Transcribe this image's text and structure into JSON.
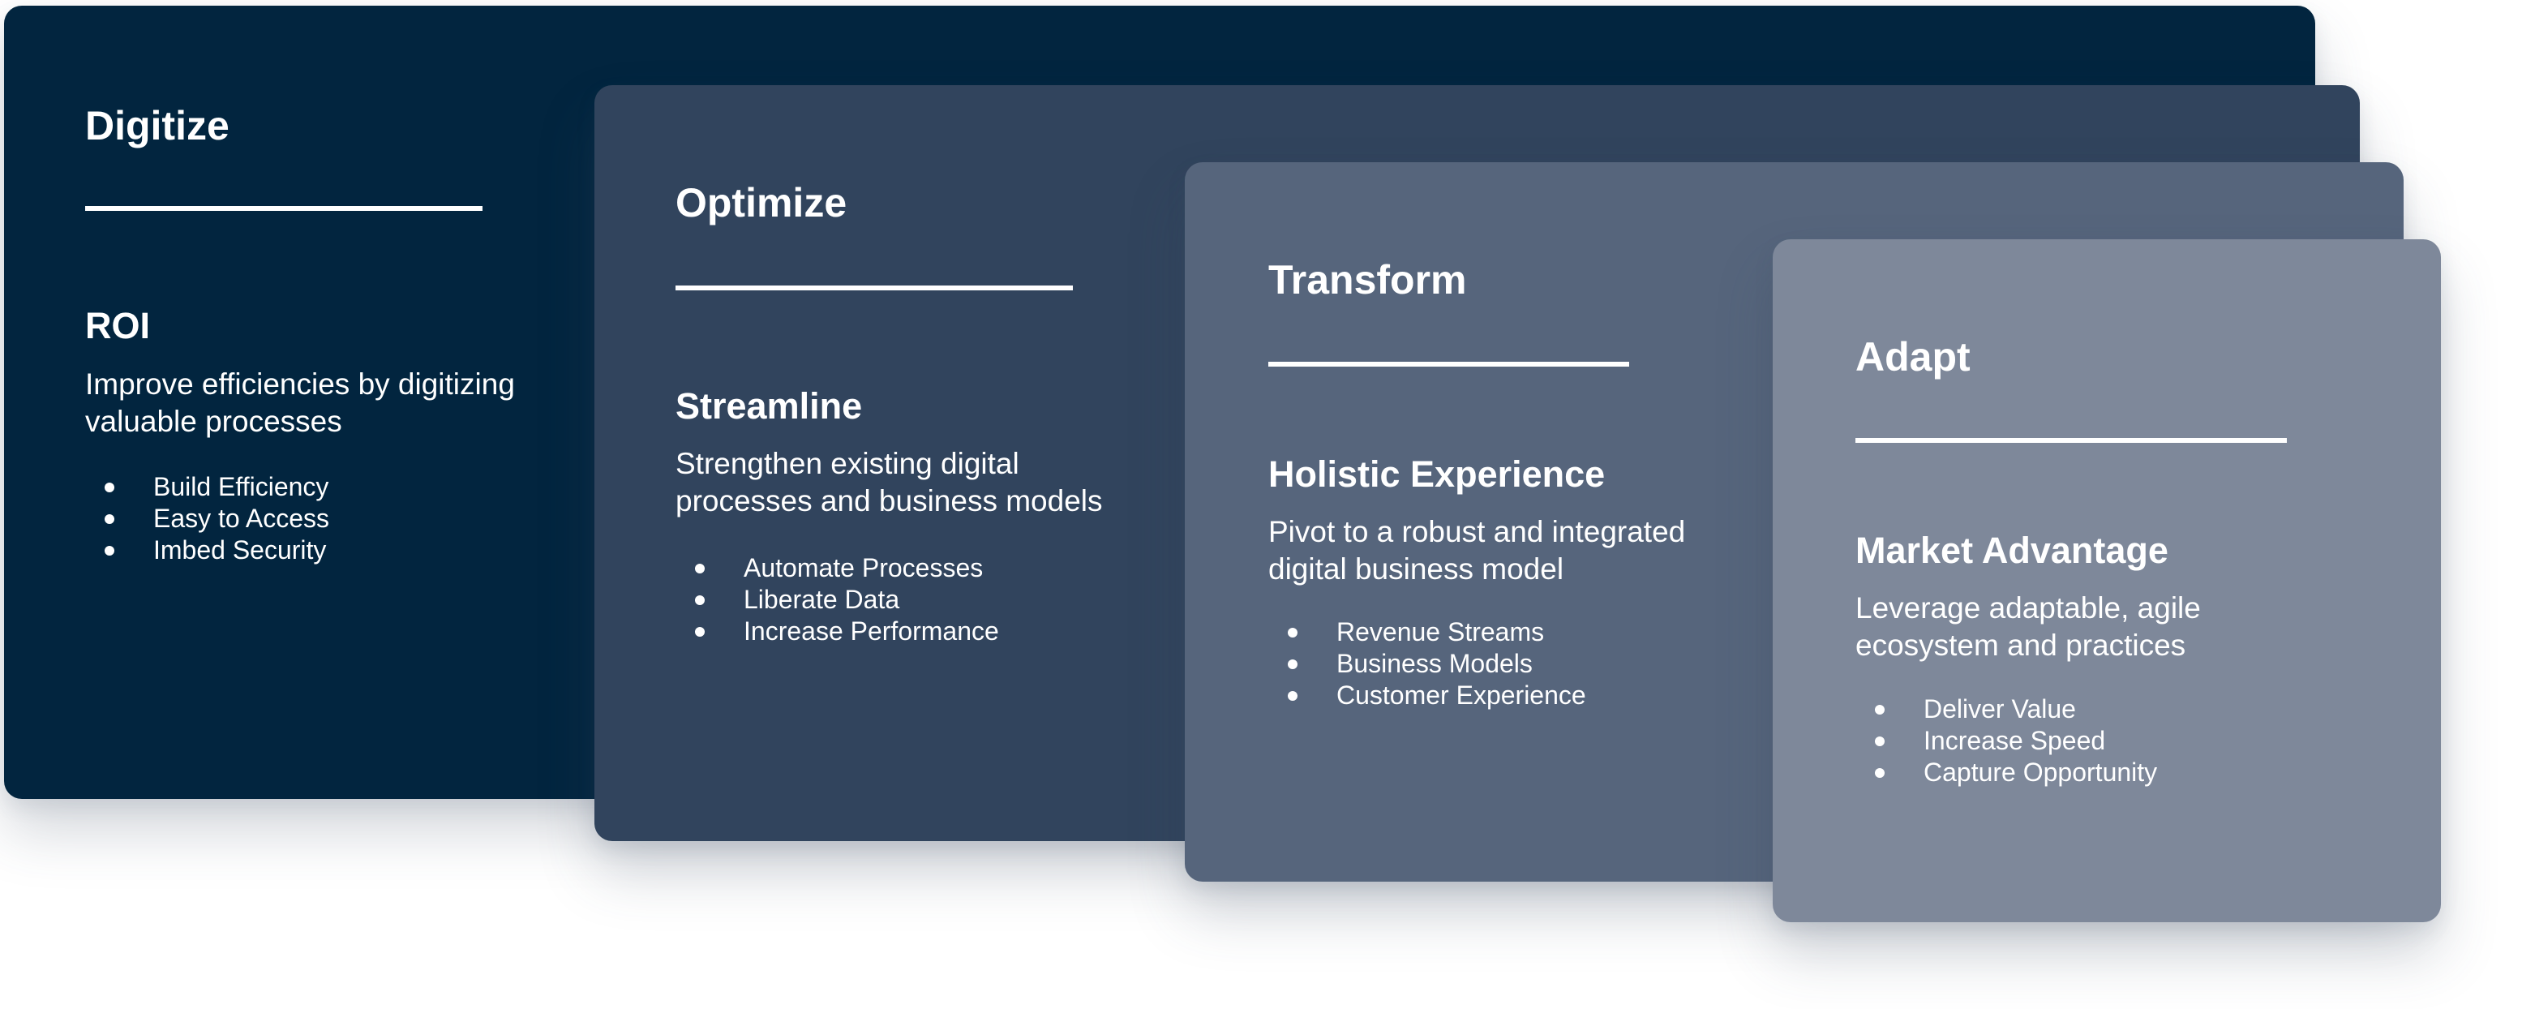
{
  "colors": {
    "digitize": "#02253f",
    "optimize": "#31445d",
    "transform": "#56657c",
    "adapt": "#7e889a"
  },
  "stages": [
    {
      "title": "Digitize",
      "subtitle": "ROI",
      "description": "Improve efficiencies by digitizing valuable processes",
      "bullets": [
        "Build Efficiency",
        "Easy to Access",
        "Imbed Security"
      ]
    },
    {
      "title": "Optimize",
      "subtitle": "Streamline",
      "description": "Strengthen existing digital processes and business models",
      "bullets": [
        "Automate Processes",
        "Liberate Data",
        "Increase Performance"
      ]
    },
    {
      "title": "Transform",
      "subtitle": "Holistic Experience",
      "description": "Pivot to a robust and integrated digital business model",
      "bullets": [
        "Revenue Streams",
        "Business Models",
        "Customer Experience"
      ]
    },
    {
      "title": "Adapt",
      "subtitle": "Market Advantage",
      "description": "Leverage adaptable, agile ecosystem and practices",
      "bullets": [
        "Deliver Value",
        "Increase Speed",
        "Capture Opportunity"
      ]
    }
  ]
}
